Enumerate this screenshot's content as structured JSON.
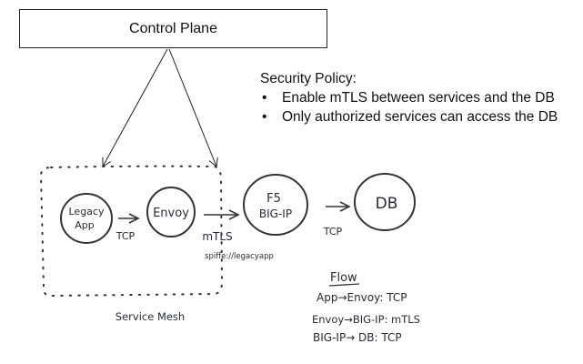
{
  "control_plane": {
    "label": "Control Plane"
  },
  "security_policy": {
    "title": "Security Policy:",
    "items": [
      "Enable mTLS between services and the DB",
      "Only authorized services can access the DB"
    ]
  },
  "nodes": {
    "legacy_app": {
      "line1": "Legacy",
      "line2": "App"
    },
    "envoy": {
      "label": "Envoy"
    },
    "f5": {
      "line1": "F5",
      "line2": "BIG-IP"
    },
    "db": {
      "label": "DB"
    }
  },
  "edges": {
    "app_envoy": "TCP",
    "envoy_f5": "mTLS",
    "envoy_f5_identity": "spiffe://legacyapp",
    "f5_db": "TCP"
  },
  "service_mesh": {
    "label": "Service Mesh"
  },
  "flow": {
    "title": "Flow",
    "lines": [
      "App→Envoy: TCP",
      "Envoy→BIG-IP: mTLS",
      "BIG-IP→ DB: TCP"
    ]
  }
}
